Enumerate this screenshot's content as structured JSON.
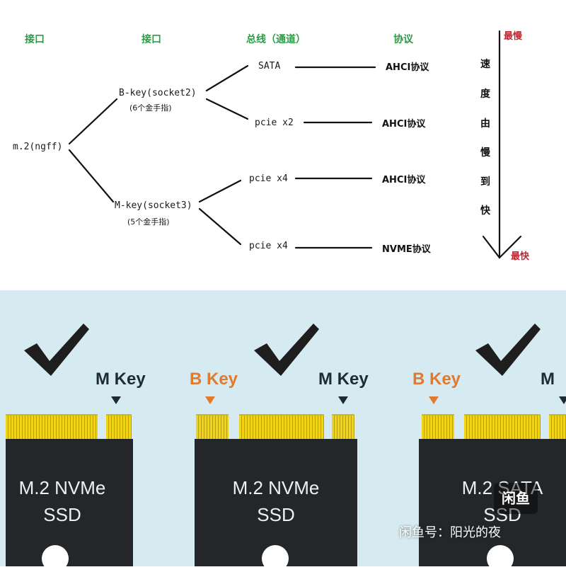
{
  "diagram": {
    "headers": [
      "接口",
      "接口",
      "总线（通道）",
      "协议"
    ],
    "root": "m.2(ngff)",
    "keys": [
      {
        "label": "B-key(socket2)",
        "sub": "(6个金手指)"
      },
      {
        "label": "M-key(socket3)",
        "sub": "(5个金手指)"
      }
    ],
    "buses": [
      "SATA",
      "pcie x2",
      "pcie x4",
      "pcie x4"
    ],
    "protocols": [
      "AHCI协议",
      "AHCI协议",
      "AHCI协议",
      "NVME协议"
    ],
    "speed": {
      "slowest": "最慢",
      "fastest": "最快",
      "caption_chars": [
        "速",
        "度",
        "由",
        "慢",
        "到",
        "快"
      ]
    }
  },
  "photo": {
    "key_labels": [
      "M Key",
      "B Key",
      "M Key",
      "B Key",
      "M"
    ],
    "ssd_names": [
      {
        "line1": "M.2 NVMe",
        "line2": "SSD"
      },
      {
        "line1": "M.2 NVMe",
        "line2": "SSD"
      },
      {
        "line1": "M.2 SATA",
        "line2": "SSD"
      }
    ],
    "colors": {
      "m_key": "#1f2b33",
      "b_key": "#e07a2e",
      "background": "#d6eaf2",
      "gold": "#f1d418"
    }
  },
  "watermark": {
    "badge": "闲鱼",
    "text": "闲鱼号：阳光的夜"
  }
}
